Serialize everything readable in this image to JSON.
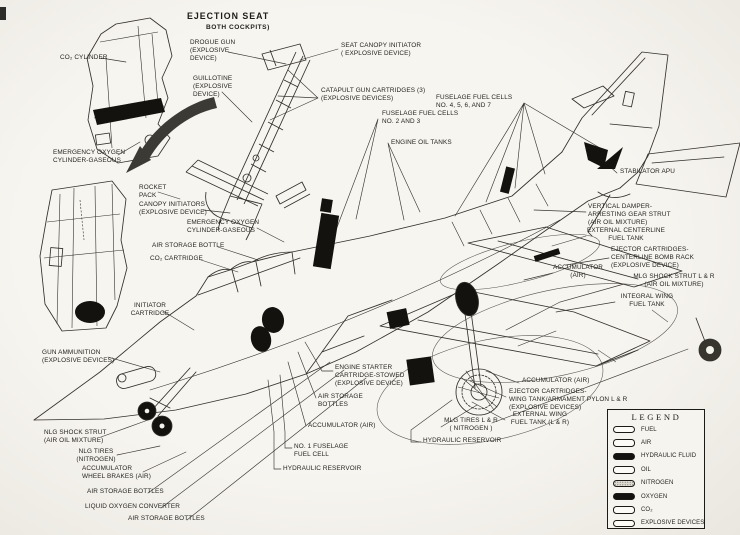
{
  "diagram": {
    "heading": "EJECTION SEAT",
    "subheading": "BOTH COCKPITS)",
    "callouts": {
      "co2_cylinder": "CO₂ CYLINDER",
      "drogue_gun": "DROGUE GUN\n(EXPLOSIVE\nDEVICE)",
      "guillotine": "GUILLOTINE\n(EXPLOSIVE\nDEVICE)",
      "seat_canopy_initiator": "SEAT CANOPY INITIATOR\n( EXPLOSIVE DEVICE)",
      "catapult_gun": "CATAPULT GUN CARTRIDGES (3)\n(EXPLOSIVE DEVICES)",
      "fuselage_cells_4567": "FUSELAGE FUEL CELLS\nNO. 4, 5, 6, AND 7",
      "fuselage_cells_23": "FUSELAGE FUEL CELLS\nNO. 2 AND 3",
      "engine_oil_tanks": "ENGINE OIL TANKS",
      "emergency_oxygen_a": "EMERGENCY OXYGEN\nCYLINDER-GASEOUS",
      "rocket_pack": "ROCKET\nPACK",
      "canopy_initiators": "CANOPY INITIATORS\n(EXPLOSIVE DEVICE)",
      "emergency_oxygen_b": "EMERGENCY OXYGEN\nCYLINDER-GASEOUS",
      "air_storage_bottle": "AIR STORAGE BOTTLE",
      "co2_cartridge": "CO₂ CARTRIDGE",
      "initiator_cartridge": "INITIATOR\nCARTRIDGE",
      "gun_ammunition": "GUN AMMUNITION\n(EXPLOSIVE DEVICES)",
      "stabilator_apu": "STABILATOR APU",
      "vertical_damper": "VERTICAL DAMPER-\nARRESTING GEAR STRUT\n(AIR OIL MIXTURE)",
      "external_centerline_tank": "EXTERNAL CENTERLINE\nFUEL TANK",
      "ejector_centerline": "EJECTOR CARTRIDGES-\nCENTERLINE BOMB RACK\n(EXPLOSIVE DEVICE)",
      "accumulator_air_right": "ACCUMULATOR\n(AIR)",
      "mlg_shock_strut": "MLG SHOCK STRUT L & R\n(AIR OIL MIXTURE)",
      "integral_wing_tank": "INTEGRAL WING\nFUEL TANK",
      "accumulator_air_wing": "ACCUMULATOR (AIR)",
      "ejector_wing": "EJECTOR CARTRIDGES-\nWING TANK/ARMAMENT PYLON L & R\n(EXPLOSIVE DEVICES)",
      "external_wing_tank": "EXTERNAL WING\nFUEL TANK (L & R)",
      "mlg_tires": "MLG TIRES L & R\n( NITROGEN )",
      "hydraulic_reservoir_right": "HYDRAULIC RESERVOIR",
      "engine_starter": "ENGINE STARTER\nCARTRIDGE-STOWED\n(EXPLOSIVE DEVICE)",
      "air_storage_bottles_mid": "AIR STORAGE\nBOTTLES",
      "accumulator_air_mid": "ACCUMULATOR (AIR)",
      "no1_fuselage_cell": "NO. 1 FUSELAGE\nFUEL CELL",
      "hydraulic_reservoir_left": "HYDRAULIC RESERVOIR",
      "nlg_shock_strut": "NLG SHOCK STRUT\n(AIR OIL MIXTURE)",
      "nlg_tires": "NLG TIRES\n(NITROGEN)",
      "accumulator_wheel_brakes": "ACCUMULATOR\nWHEEL BRAKES (AIR)",
      "air_storage_bottles_left": "AIR STORAGE BOTTLES",
      "liquid_oxygen_converter": "LIQUID OXYGEN CONVERTER",
      "air_storage_bottles_lower": "AIR STORAGE BOTTLES"
    },
    "legend": {
      "title": "LEGEND",
      "items": [
        {
          "label": "FUEL",
          "swatch": "outline"
        },
        {
          "label": "AIR",
          "swatch": "outline"
        },
        {
          "label": "HYDRAULIC FLUID",
          "swatch": "solid"
        },
        {
          "label": "OIL",
          "swatch": "outline"
        },
        {
          "label": "NITROGEN",
          "swatch": "stipple"
        },
        {
          "label": "OXYGEN",
          "swatch": "solid"
        },
        {
          "label": "CO₂",
          "swatch": "outline"
        },
        {
          "label": "EXPLOSIVE DEVICES",
          "swatch": "outline"
        }
      ]
    }
  }
}
